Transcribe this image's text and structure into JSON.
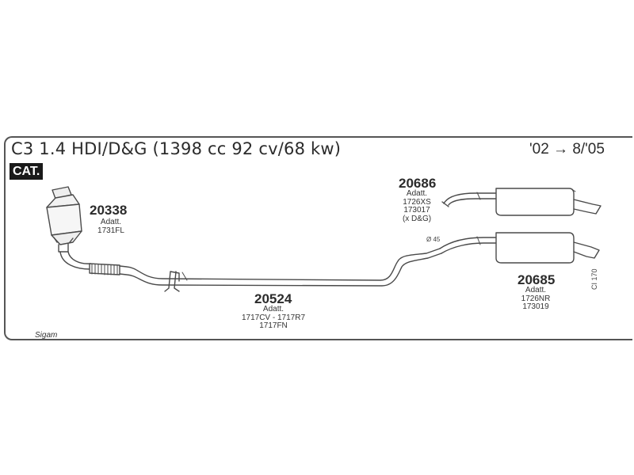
{
  "header": {
    "title": "C3 1.4 HDI/D&G (1398 cc 92 cv/68 kw)",
    "years": "'02 → 8/'05",
    "cat_badge": "CAT."
  },
  "parts": [
    {
      "number": "20338",
      "lines": [
        "Adatt.",
        "1731FL"
      ]
    },
    {
      "number": "20524",
      "lines": [
        "Adatt.",
        "1717CV - 1717R7",
        "1717FN"
      ]
    },
    {
      "number": "20686",
      "lines": [
        "Adatt.",
        "1726XS",
        "173017",
        "(x D&G)"
      ]
    },
    {
      "number": "20685",
      "lines": [
        "Adatt.",
        "1726NR",
        "173019"
      ]
    }
  ],
  "diameter_label": "Ø 45",
  "diagram_ref": "CI 170",
  "brand": "Sigam"
}
